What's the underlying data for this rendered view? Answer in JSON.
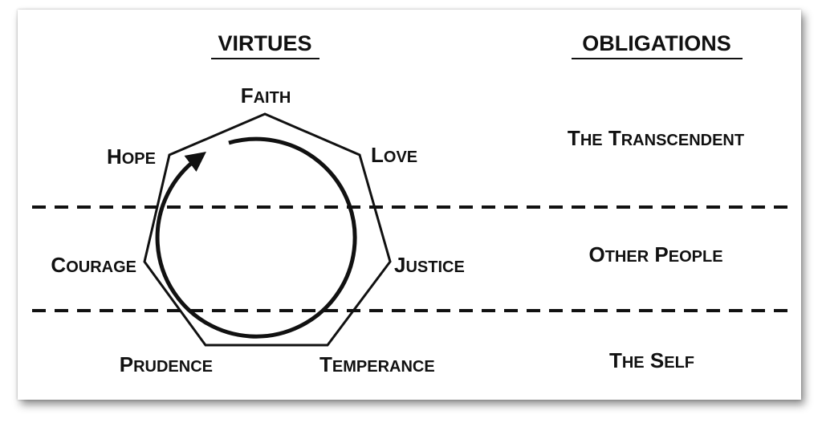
{
  "headers": {
    "virtues": "VIRTUES",
    "obligations": "OBLIGATIONS"
  },
  "virtues": [
    {
      "first": "F",
      "rest": "AITH"
    },
    {
      "first": "L",
      "rest": "OVE"
    },
    {
      "first": "J",
      "rest": "USTICE"
    },
    {
      "first": "T",
      "rest": "EMPERANCE"
    },
    {
      "first": "P",
      "rest": "RUDENCE"
    },
    {
      "first": "C",
      "rest": "OURAGE"
    },
    {
      "first": "H",
      "rest": "OPE"
    }
  ],
  "obligations": [
    {
      "words": [
        {
          "first": "T",
          "rest": "HE"
        },
        {
          "first": "T",
          "rest": "RANSCENDENT"
        }
      ]
    },
    {
      "words": [
        {
          "first": "O",
          "rest": "THER"
        },
        {
          "first": "P",
          "rest": "EOPLE"
        }
      ]
    },
    {
      "words": [
        {
          "first": "T",
          "rest": "HE"
        },
        {
          "first": "S",
          "rest": "ELF"
        }
      ]
    }
  ],
  "colors": {
    "ink": "#111111",
    "background": "#ffffff"
  }
}
